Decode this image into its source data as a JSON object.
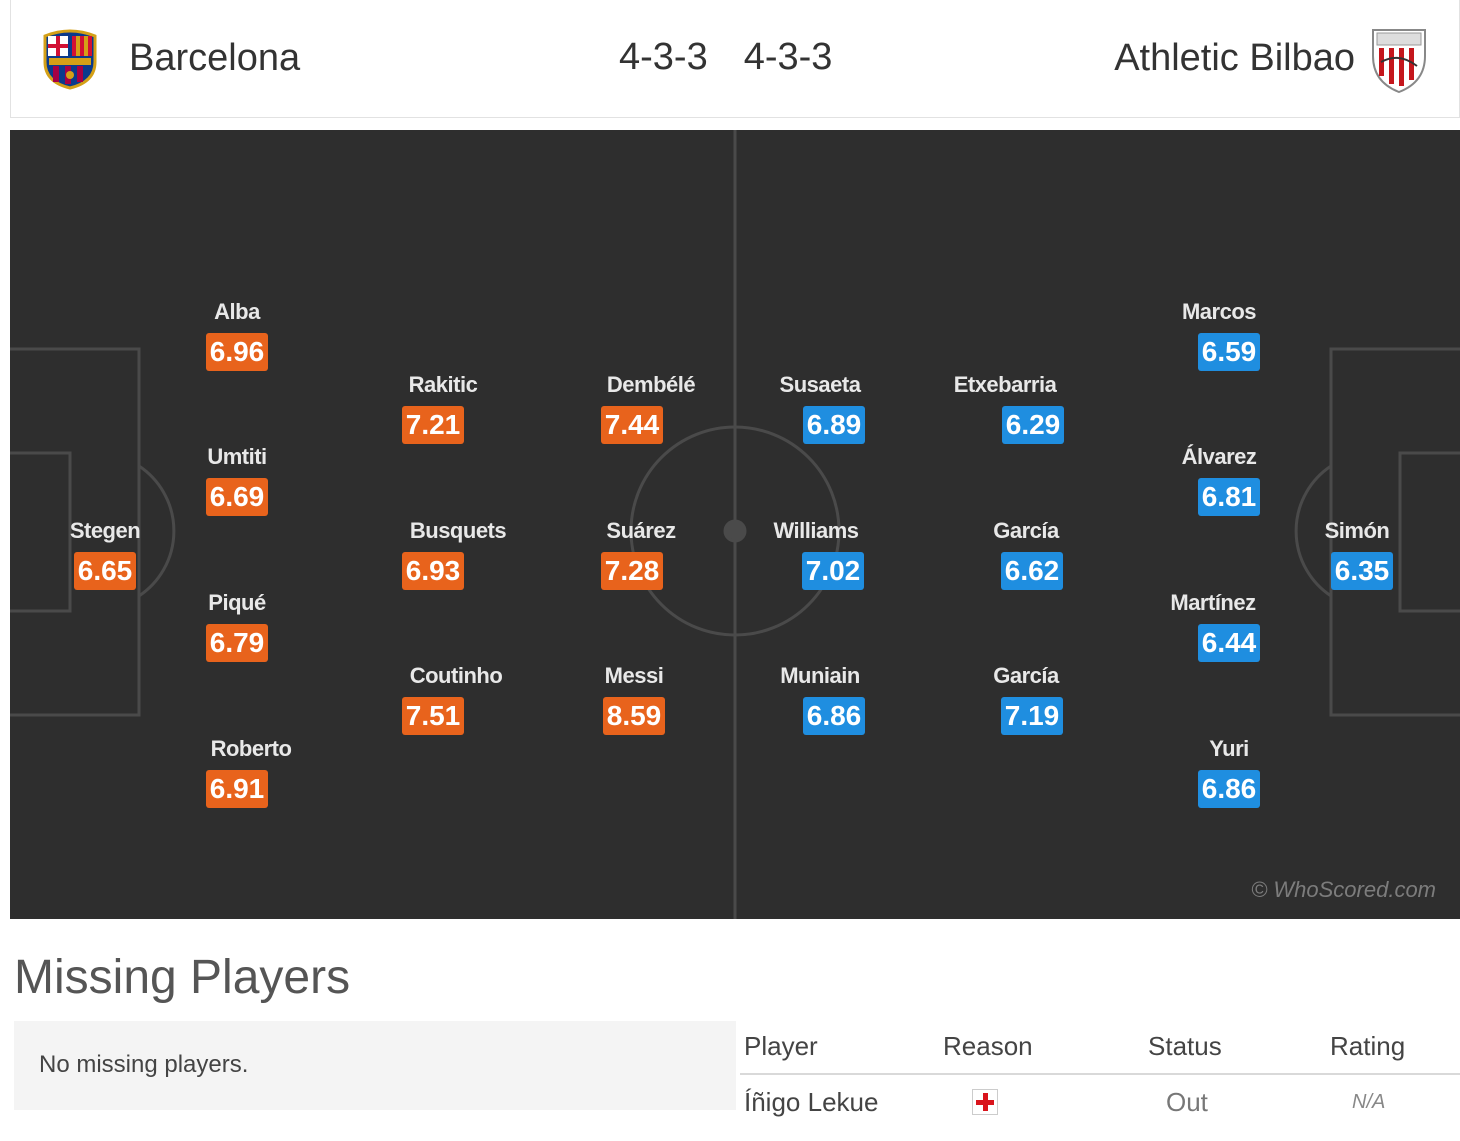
{
  "header": {
    "home_team": "Barcelona",
    "away_team": "Athletic Bilbao",
    "home_formation": "4-3-3",
    "away_formation": "4-3-3"
  },
  "colors": {
    "home_rating": "#e8631c",
    "away_rating": "#1f8ee0",
    "pitch": "#2e2e2e"
  },
  "home_players": [
    {
      "name": "Stegen",
      "rating": "6.65"
    },
    {
      "name": "Alba",
      "rating": "6.96"
    },
    {
      "name": "Umtiti",
      "rating": "6.69"
    },
    {
      "name": "Piqué",
      "rating": "6.79"
    },
    {
      "name": "Roberto",
      "rating": "6.91"
    },
    {
      "name": "Rakitic",
      "rating": "7.21"
    },
    {
      "name": "Busquets",
      "rating": "6.93"
    },
    {
      "name": "Coutinho",
      "rating": "7.51"
    },
    {
      "name": "Dembélé",
      "rating": "7.44"
    },
    {
      "name": "Suárez",
      "rating": "7.28"
    },
    {
      "name": "Messi",
      "rating": "8.59"
    }
  ],
  "away_players": [
    {
      "name": "Simón",
      "rating": "6.35"
    },
    {
      "name": "Marcos",
      "rating": "6.59"
    },
    {
      "name": "Álvarez",
      "rating": "6.81"
    },
    {
      "name": "Martínez",
      "rating": "6.44"
    },
    {
      "name": "Yuri",
      "rating": "6.86"
    },
    {
      "name": "Etxebarria",
      "rating": "6.29"
    },
    {
      "name": "García",
      "rating": "6.62"
    },
    {
      "name": "García",
      "rating": "7.19"
    },
    {
      "name": "Susaeta",
      "rating": "6.89"
    },
    {
      "name": "Williams",
      "rating": "7.02"
    },
    {
      "name": "Muniain",
      "rating": "6.86"
    }
  ],
  "watermark": "© WhoScored.com",
  "missing": {
    "title": "Missing Players",
    "home_message": "No missing players.",
    "columns": [
      "Player",
      "Reason",
      "Status",
      "Rating"
    ],
    "rows": [
      {
        "player": "Íñigo Lekue",
        "reason_icon": "injury-icon",
        "status": "Out",
        "rating": "N/A"
      }
    ]
  }
}
